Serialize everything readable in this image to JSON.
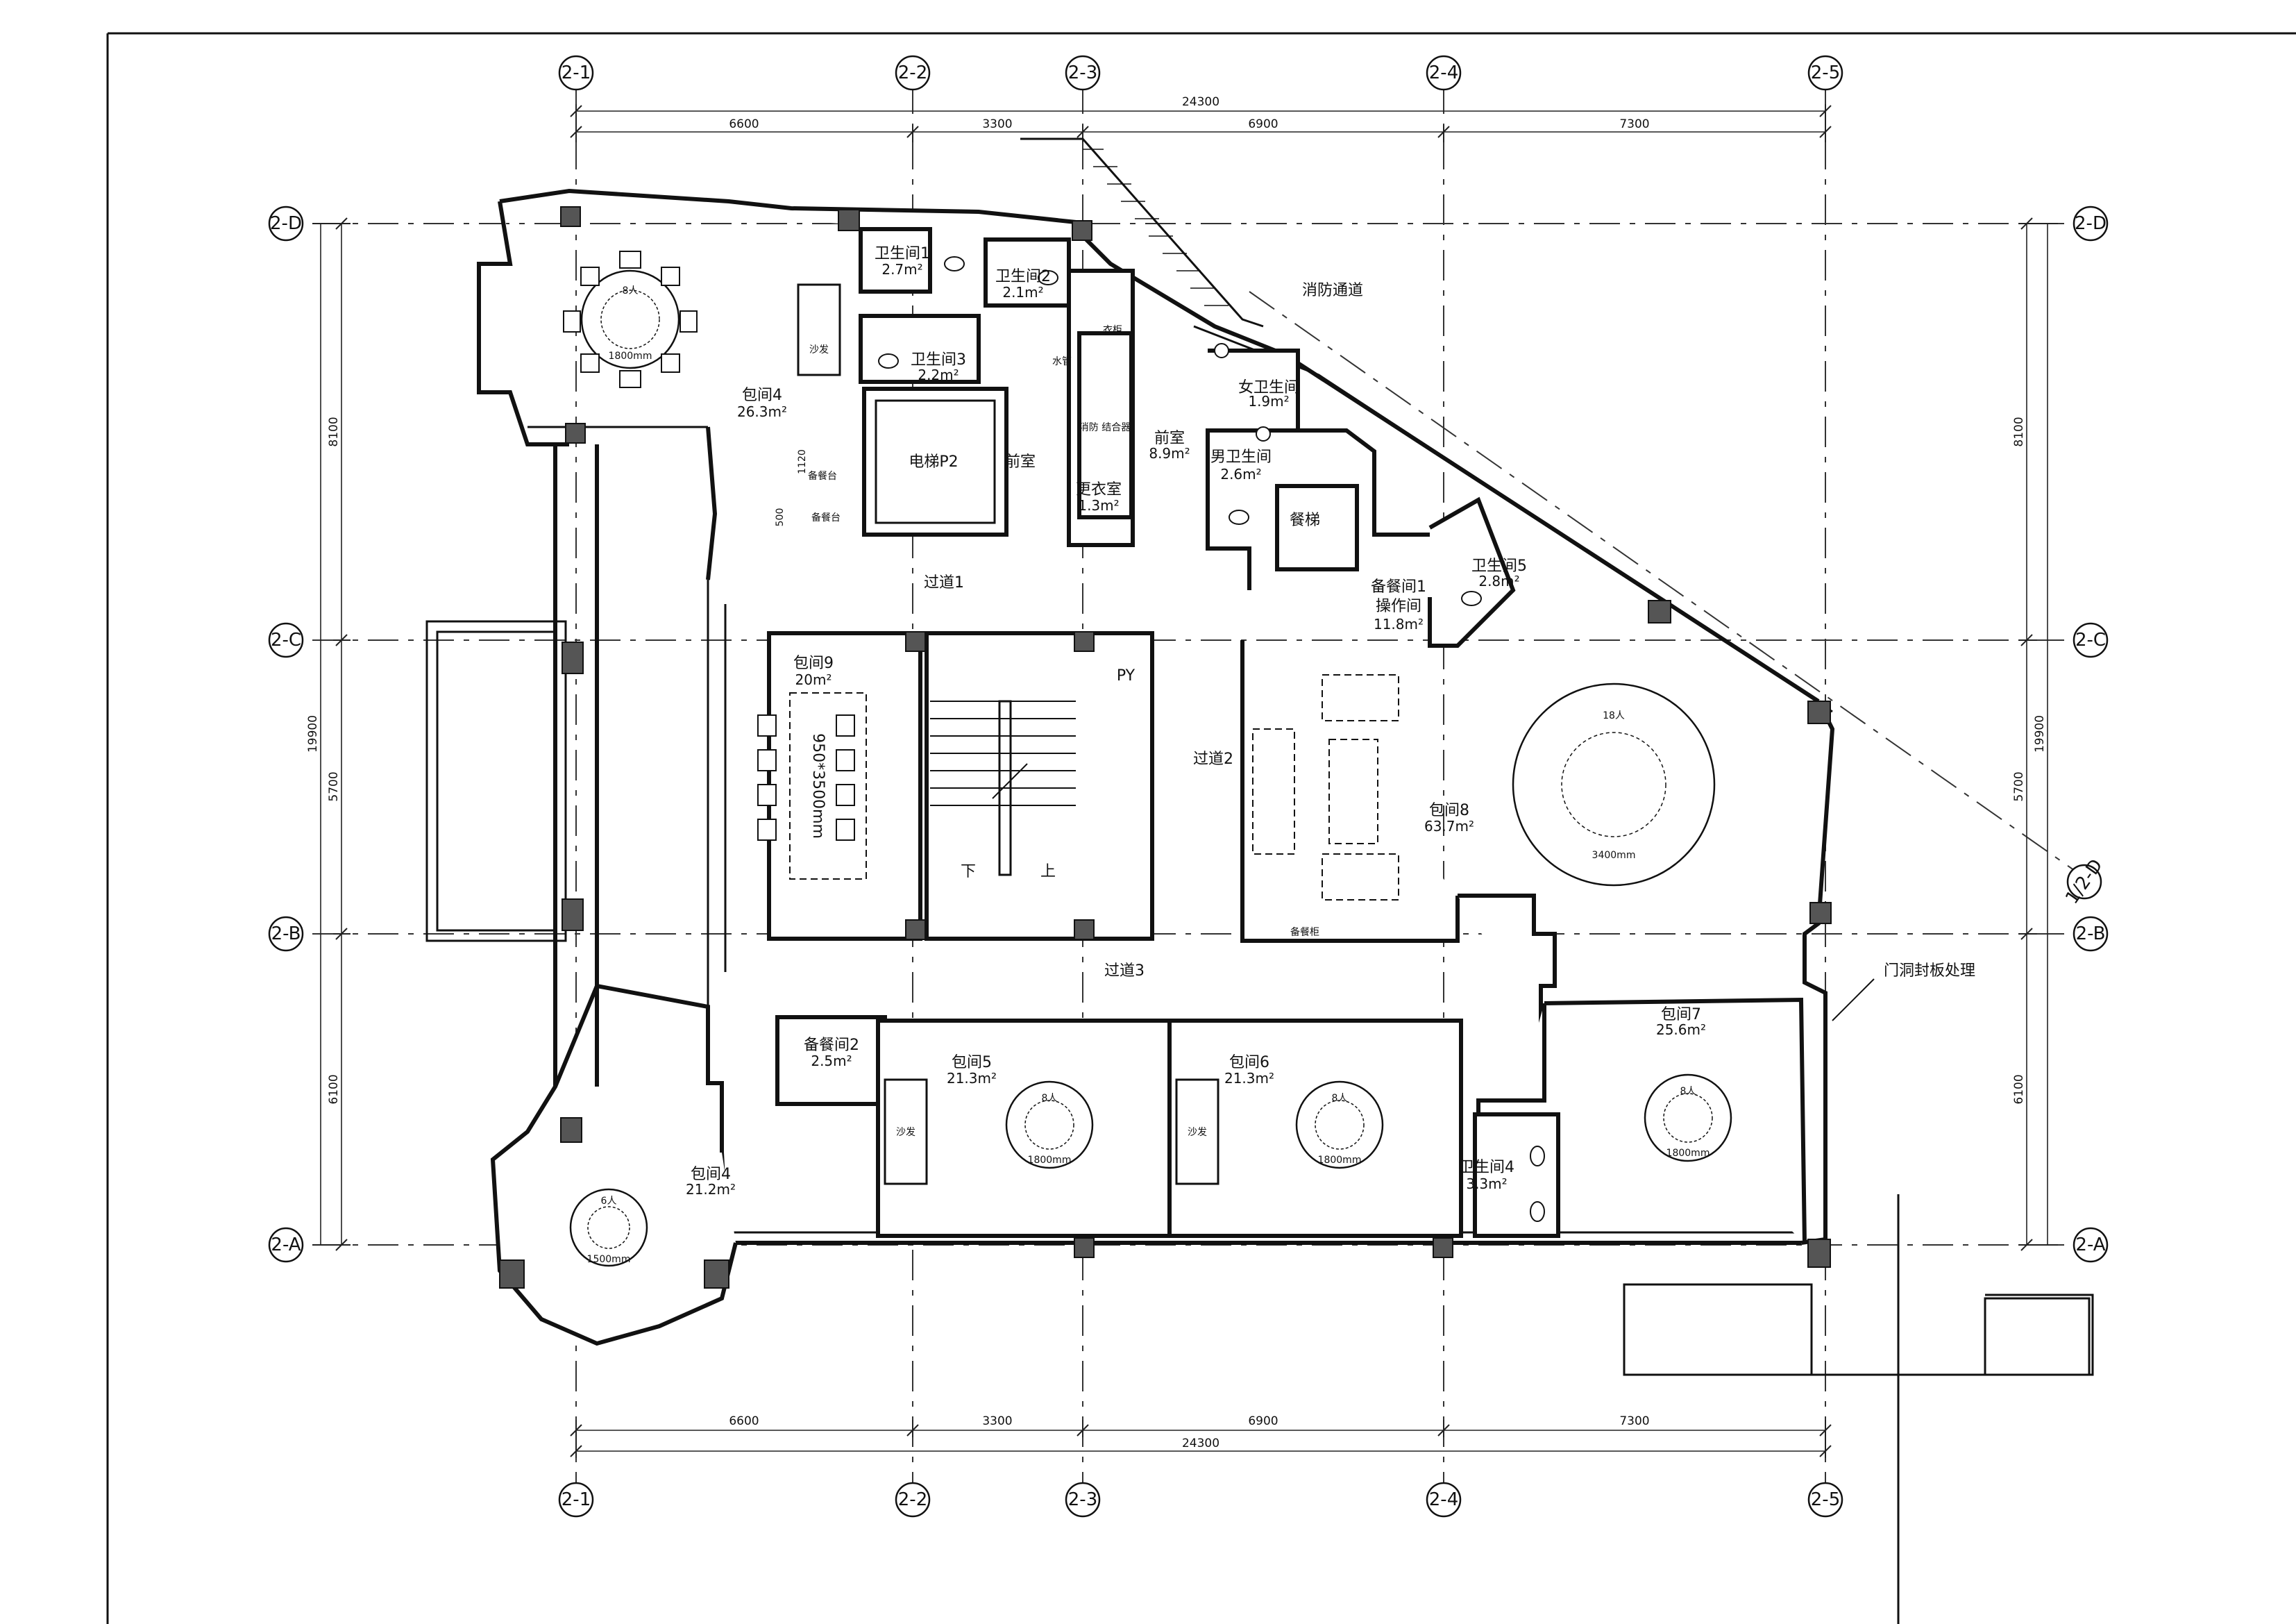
{
  "axes": {
    "columns": [
      "2-1",
      "2-2",
      "2-3",
      "2-4",
      "2-5"
    ],
    "rows": [
      "2-D",
      "2-C",
      "2-B",
      "2-A"
    ],
    "diagonal": "1/2-D"
  },
  "dimensions": {
    "total_x": "24300",
    "spans_x": [
      "6600",
      "3300",
      "6900",
      "7300"
    ],
    "total_y": "19900",
    "spans_y_left": [
      "8100",
      "5700",
      "6100"
    ],
    "spans_y_right": [
      "8100",
      "5700",
      "6100"
    ]
  },
  "rooms": {
    "baojian4_top": {
      "name": "包间4",
      "area": "26.3m²",
      "table": "1800mm",
      "seats": "8人"
    },
    "wc1": {
      "name": "卫生间1",
      "area": "2.7m²"
    },
    "wc2": {
      "name": "卫生间2",
      "area": "2.1m²"
    },
    "wc3": {
      "name": "卫生间3",
      "area": "2.2m²"
    },
    "sofa_top": "沙发",
    "elevator": "电梯P2",
    "anteroom1": "前室",
    "anteroom2": {
      "name": "前室",
      "area": "8.9m²"
    },
    "water_pipe": "水管",
    "wardrobe": "衣柜",
    "fire_cabinet": "消防\n结合器",
    "changing": {
      "name": "更衣室",
      "area": "1.3m²"
    },
    "service_counter_small": "备餐台",
    "service_counter": "备餐台",
    "dim_1120": "1120",
    "dim_500": "500",
    "fire_passage": "消防通道",
    "wc_female": {
      "name": "女卫生间",
      "area": "1.9m²"
    },
    "wc_male": {
      "name": "男卫生间",
      "area": "2.6m²"
    },
    "dumbwaiter": "餐梯",
    "pantry1": {
      "name": "备餐间1",
      "name2": "操作间",
      "area": "11.8m²"
    },
    "wc5": {
      "name": "卫生间5",
      "area": "2.8m²"
    },
    "corridor1": "过道1",
    "corridor2": "过道2",
    "corridor3": "过道3",
    "baojian9": {
      "name": "包间9",
      "area": "20m²",
      "table": "950*3500mm"
    },
    "py": "PY",
    "stair_down": "下",
    "stair_up": "上",
    "baojian8": {
      "name": "包间8",
      "area": "63.7m²",
      "table": "3400mm",
      "seats": "18人"
    },
    "service_counter_8": "备餐柜",
    "door_seal": "门洞封板处理",
    "baojian7": {
      "name": "包间7",
      "area": "25.6m²",
      "table": "1800mm",
      "seats": "8人"
    },
    "pantry2": {
      "name": "备餐间2",
      "area": "2.5m²"
    },
    "baojian5": {
      "name": "包间5",
      "area": "21.3m²",
      "table": "1800mm",
      "seats": "8人"
    },
    "baojian6": {
      "name": "包间6",
      "area": "21.3m²",
      "table": "1800mm",
      "seats": "8人"
    },
    "sofa5": "沙发",
    "sofa6": "沙发",
    "wc4": {
      "name": "卫生间4",
      "area": "3.3m²"
    },
    "baojian4_bottom": {
      "name": "包间4",
      "area": "21.2m²",
      "table": "1500mm",
      "seats": "6人"
    }
  }
}
